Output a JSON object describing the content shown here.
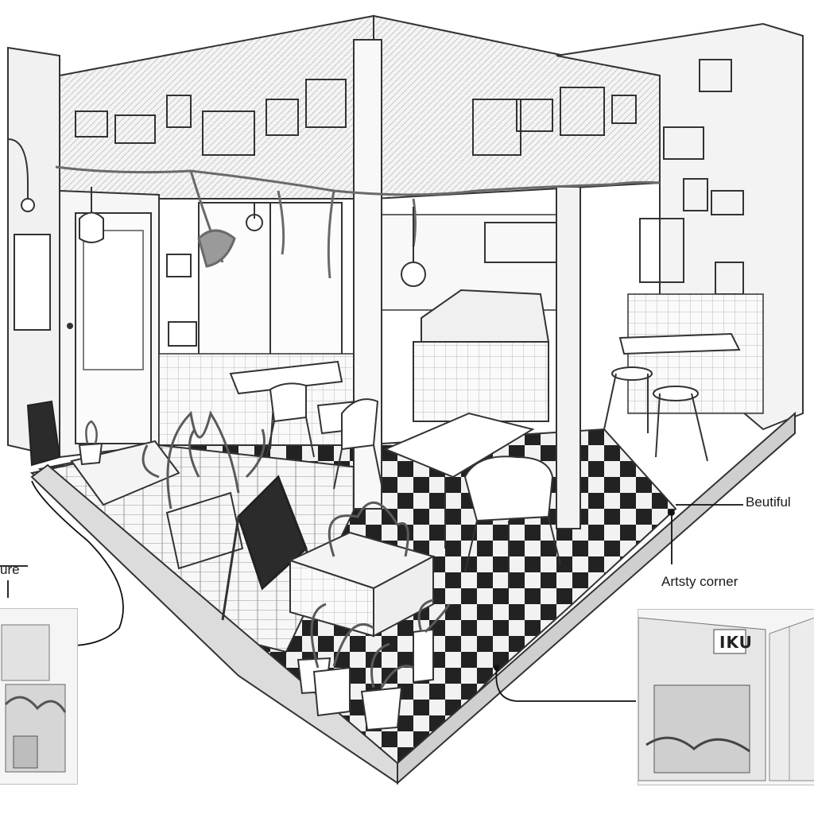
{
  "labels": {
    "right_top": "Beutiful",
    "right_corner": "Artsty corner",
    "left": "ure"
  },
  "thumbnail_right": {
    "shop_sign": "IKU"
  },
  "colors": {
    "ink": "#1a1a1a",
    "paper": "#ffffff",
    "tile_dark": "#222222",
    "tile_light": "#f2f2f2",
    "wall_tone": "#ececec",
    "plant": "#5a5a5a"
  }
}
